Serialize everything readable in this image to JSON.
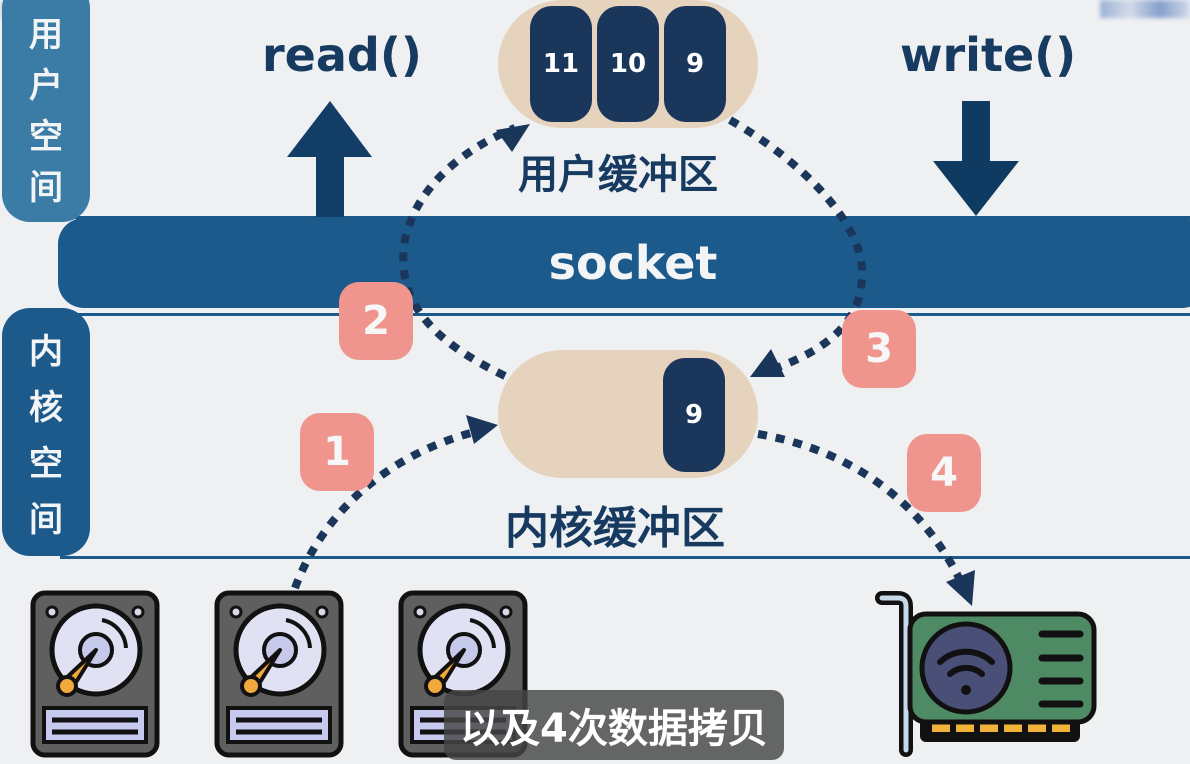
{
  "watermark": {
    "left_text": "bugh"
  },
  "regions": {
    "user_space": {
      "chars": [
        "用",
        "户",
        "空",
        "间"
      ]
    },
    "kernel_space": {
      "chars": [
        "内",
        "核",
        "空",
        "间"
      ]
    }
  },
  "socket": {
    "label": "socket"
  },
  "calls": {
    "read": "read()",
    "write": "write()"
  },
  "user_buffer": {
    "title": "用户缓冲区",
    "cells": [
      "11",
      "10",
      "9"
    ]
  },
  "kernel_buffer": {
    "title": "内核缓冲区",
    "cells": [
      "9"
    ]
  },
  "steps": [
    {
      "num": "1",
      "from": "hard-disk",
      "to": "kernel-buffer"
    },
    {
      "num": "2",
      "from": "kernel-buffer",
      "to": "user-buffer"
    },
    {
      "num": "3",
      "from": "user-buffer",
      "to": "kernel-buffer"
    },
    {
      "num": "4",
      "from": "kernel-buffer",
      "to": "network-card"
    }
  ],
  "devices": {
    "disks": [
      "hard-disk-1",
      "hard-disk-2",
      "hard-disk-3"
    ],
    "nic": "network-card"
  },
  "caption": "以及4次数据拷贝",
  "colors": {
    "primary_blue": "#1d5a8c",
    "dark_navy": "#1b365b",
    "buffer_beige": "#e5d3bd",
    "badge_pink": "#f0948e",
    "background": "#eef0f2"
  }
}
